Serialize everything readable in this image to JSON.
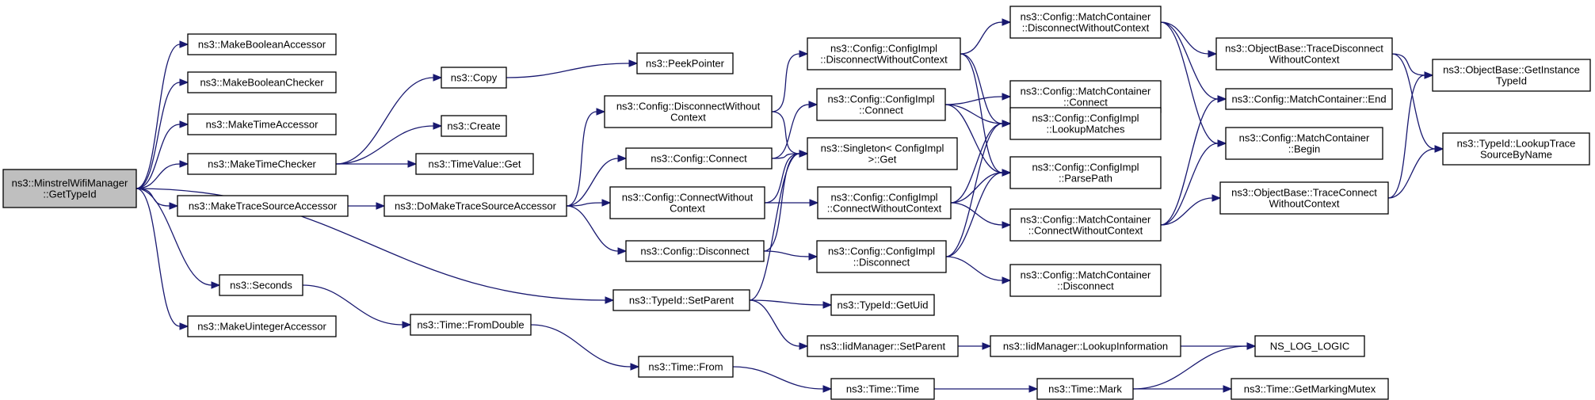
{
  "graph": {
    "nodes": [
      {
        "id": "root",
        "label": [
          "ns3::MinstrelWifiManager",
          "::GetTypeId"
        ],
        "root": true
      },
      {
        "id": "mba",
        "label": [
          "ns3::MakeBooleanAccessor"
        ]
      },
      {
        "id": "mbc",
        "label": [
          "ns3::MakeBooleanChecker"
        ]
      },
      {
        "id": "mta",
        "label": [
          "ns3::MakeTimeAccessor"
        ]
      },
      {
        "id": "mtc",
        "label": [
          "ns3::MakeTimeChecker"
        ]
      },
      {
        "id": "mtsa",
        "label": [
          "ns3::MakeTraceSourceAccessor"
        ]
      },
      {
        "id": "sec",
        "label": [
          "ns3::Seconds"
        ]
      },
      {
        "id": "mua",
        "label": [
          "ns3::MakeUintegerAccessor"
        ]
      },
      {
        "id": "copy",
        "label": [
          "ns3::Copy"
        ]
      },
      {
        "id": "create",
        "label": [
          "ns3::Create"
        ]
      },
      {
        "id": "tvget",
        "label": [
          "ns3::TimeValue::Get"
        ]
      },
      {
        "id": "domtsa",
        "label": [
          "ns3::DoMakeTraceSourceAccessor"
        ]
      },
      {
        "id": "tfd",
        "label": [
          "ns3::Time::FromDouble"
        ]
      },
      {
        "id": "peek",
        "label": [
          "ns3::PeekPointer"
        ]
      },
      {
        "id": "cdwc",
        "label": [
          "ns3::Config::DisconnectWithout",
          "Context"
        ]
      },
      {
        "id": "cconn",
        "label": [
          "ns3::Config::Connect"
        ]
      },
      {
        "id": "ccwc",
        "label": [
          "ns3::Config::ConnectWithout",
          "Context"
        ]
      },
      {
        "id": "cdisc",
        "label": [
          "ns3::Config::Disconnect"
        ]
      },
      {
        "id": "tsp",
        "label": [
          "ns3::TypeId::SetParent"
        ]
      },
      {
        "id": "tfrom",
        "label": [
          "ns3::Time::From"
        ]
      },
      {
        "id": "cidwc",
        "label": [
          "ns3::Config::ConfigImpl",
          "::DisconnectWithoutContext"
        ]
      },
      {
        "id": "cicon",
        "label": [
          "ns3::Config::ConfigImpl",
          "::Connect"
        ]
      },
      {
        "id": "sing",
        "label": [
          "ns3::Singleton< ConfigImpl",
          ">::Get"
        ]
      },
      {
        "id": "cicwc",
        "label": [
          "ns3::Config::ConfigImpl",
          "::ConnectWithoutContext"
        ]
      },
      {
        "id": "cidisc",
        "label": [
          "ns3::Config::ConfigImpl",
          "::Disconnect"
        ]
      },
      {
        "id": "tgu",
        "label": [
          "ns3::TypeId::GetUid"
        ]
      },
      {
        "id": "iidsp",
        "label": [
          "ns3::IidManager::SetParent"
        ]
      },
      {
        "id": "ttime",
        "label": [
          "ns3::Time::Time"
        ]
      },
      {
        "id": "mcdwc",
        "label": [
          "ns3::Config::MatchContainer",
          "::DisconnectWithoutContext"
        ]
      },
      {
        "id": "mccon",
        "label": [
          "ns3::Config::MatchContainer",
          "::Connect"
        ]
      },
      {
        "id": "cilm",
        "label": [
          "ns3::Config::ConfigImpl",
          "::LookupMatches"
        ]
      },
      {
        "id": "cipp",
        "label": [
          "ns3::Config::ConfigImpl",
          "::ParsePath"
        ]
      },
      {
        "id": "mccwc",
        "label": [
          "ns3::Config::MatchContainer",
          "::ConnectWithoutContext"
        ]
      },
      {
        "id": "mcdisc",
        "label": [
          "ns3::Config::MatchContainer",
          "::Disconnect"
        ]
      },
      {
        "id": "iidli",
        "label": [
          "ns3::IidManager::LookupInformation"
        ]
      },
      {
        "id": "tmark",
        "label": [
          "ns3::Time::Mark"
        ]
      },
      {
        "id": "obtdwc",
        "label": [
          "ns3::ObjectBase::TraceDisconnect",
          "WithoutContext"
        ]
      },
      {
        "id": "mcend",
        "label": [
          "ns3::Config::MatchContainer::End"
        ]
      },
      {
        "id": "mcbegin",
        "label": [
          "ns3::Config::MatchContainer",
          "::Begin"
        ]
      },
      {
        "id": "obtcwc",
        "label": [
          "ns3::ObjectBase::TraceConnect",
          "WithoutContext"
        ]
      },
      {
        "id": "nslog",
        "label": [
          "NS_LOG_LOGIC"
        ]
      },
      {
        "id": "tgmm",
        "label": [
          "ns3::Time::GetMarkingMutex"
        ]
      },
      {
        "id": "obgit",
        "label": [
          "ns3::ObjectBase::GetInstance",
          "TypeId"
        ]
      },
      {
        "id": "tlts",
        "label": [
          "ns3::TypeId::LookupTrace",
          "SourceByName"
        ]
      }
    ],
    "edges": [
      [
        "root",
        "mba"
      ],
      [
        "root",
        "mbc"
      ],
      [
        "root",
        "mta"
      ],
      [
        "root",
        "mtc"
      ],
      [
        "root",
        "mtsa"
      ],
      [
        "root",
        "sec"
      ],
      [
        "root",
        "mua"
      ],
      [
        "root",
        "tsp"
      ],
      [
        "mtc",
        "copy"
      ],
      [
        "mtc",
        "create"
      ],
      [
        "mtc",
        "tvget"
      ],
      [
        "copy",
        "peek"
      ],
      [
        "mtsa",
        "domtsa"
      ],
      [
        "sec",
        "tfd"
      ],
      [
        "domtsa",
        "cdwc"
      ],
      [
        "domtsa",
        "cconn"
      ],
      [
        "domtsa",
        "ccwc"
      ],
      [
        "domtsa",
        "cdisc"
      ],
      [
        "tfd",
        "tfrom"
      ],
      [
        "tfrom",
        "ttime"
      ],
      [
        "cdwc",
        "cidwc"
      ],
      [
        "cdwc",
        "sing"
      ],
      [
        "cconn",
        "cicon"
      ],
      [
        "cconn",
        "sing"
      ],
      [
        "ccwc",
        "cicwc"
      ],
      [
        "ccwc",
        "sing"
      ],
      [
        "cdisc",
        "cidisc"
      ],
      [
        "cdisc",
        "sing"
      ],
      [
        "tsp",
        "sing"
      ],
      [
        "tsp",
        "tgu"
      ],
      [
        "tsp",
        "iidsp"
      ],
      [
        "cidwc",
        "mcdwc"
      ],
      [
        "cidwc",
        "cilm"
      ],
      [
        "cidwc",
        "cipp"
      ],
      [
        "cicon",
        "mccon"
      ],
      [
        "cicon",
        "cilm"
      ],
      [
        "cicon",
        "cipp"
      ],
      [
        "cicwc",
        "mccwc"
      ],
      [
        "cicwc",
        "cilm"
      ],
      [
        "cicwc",
        "cipp"
      ],
      [
        "cidisc",
        "mcdisc"
      ],
      [
        "cidisc",
        "cilm"
      ],
      [
        "cidisc",
        "cipp"
      ],
      [
        "iidsp",
        "iidli"
      ],
      [
        "iidli",
        "nslog"
      ],
      [
        "ttime",
        "tmark"
      ],
      [
        "tmark",
        "nslog"
      ],
      [
        "tmark",
        "tgmm"
      ],
      [
        "mcdwc",
        "obtdwc"
      ],
      [
        "mcdwc",
        "mcend"
      ],
      [
        "mcdwc",
        "mcbegin"
      ],
      [
        "mccwc",
        "obtcwc"
      ],
      [
        "mccwc",
        "mcend"
      ],
      [
        "mccwc",
        "mcbegin"
      ],
      [
        "obtdwc",
        "obgit"
      ],
      [
        "obtdwc",
        "tlts"
      ],
      [
        "obtcwc",
        "obgit"
      ],
      [
        "obtcwc",
        "tlts"
      ]
    ]
  }
}
